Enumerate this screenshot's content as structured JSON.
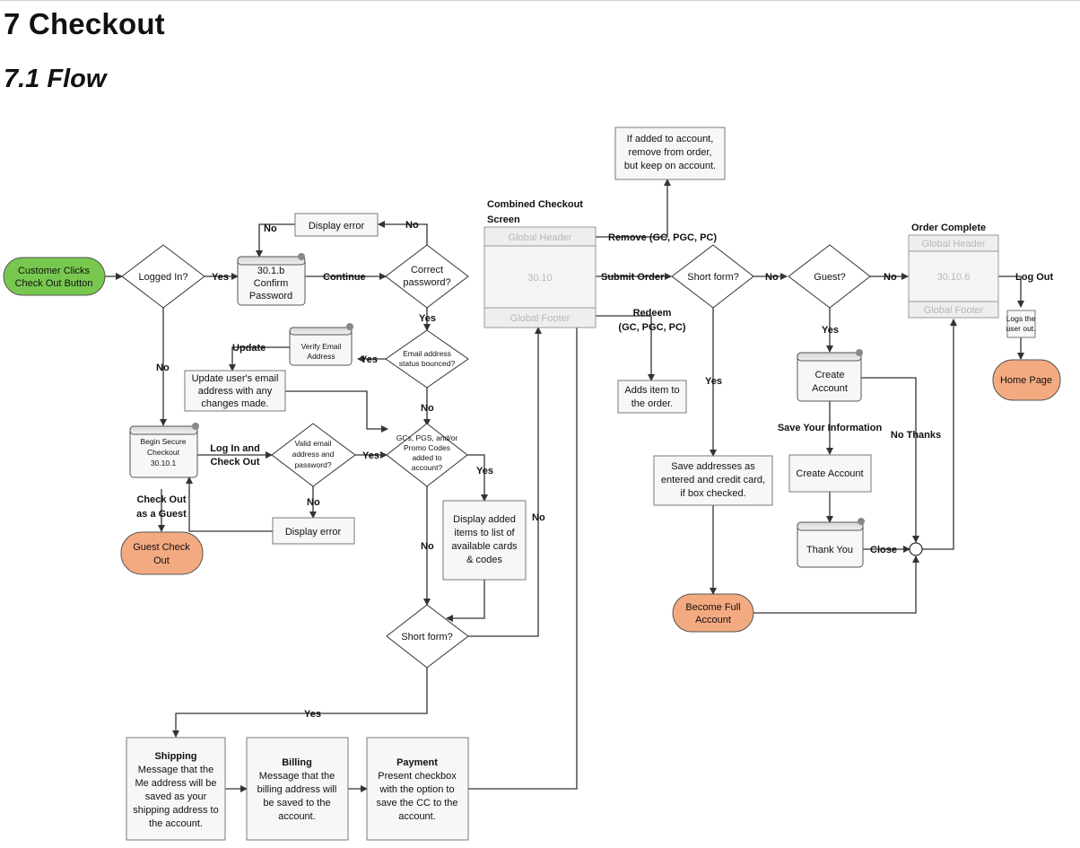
{
  "heading": {
    "section": "7   Checkout",
    "subsection": "7.1  Flow"
  },
  "nodes": {
    "customer_clicks": [
      "Customer Clicks",
      "Check Out Button"
    ],
    "logged_in": [
      "Logged In?"
    ],
    "confirm_password": [
      "30.1.b",
      "Confirm",
      "Password"
    ],
    "display_error_top": [
      "Display error"
    ],
    "correct_password": [
      "Correct",
      "password?"
    ],
    "email_bounced": [
      "Email address",
      "status bounced?"
    ],
    "verify_email": [
      "Verify Email",
      "Address"
    ],
    "update_email": [
      "Update user's email",
      "address with any",
      "changes made."
    ],
    "begin_secure": [
      "Begin Secure",
      "Checkout",
      "30.10.1"
    ],
    "valid_email": [
      "Valid email",
      "address and",
      "password?"
    ],
    "gc_codes": [
      "GCs, PGS, and/or",
      "Promo Codes",
      "added to",
      "account?"
    ],
    "display_error_bottom": [
      "Display error"
    ],
    "guest_checkout": [
      "Guest Check",
      "Out"
    ],
    "display_added": [
      "Display added",
      "items to list of",
      "available cards",
      "& codes"
    ],
    "short_form_left": [
      "Short form?"
    ],
    "combined_title": [
      "Combined Checkout",
      "Screen"
    ],
    "combined_header": "Global Header",
    "combined_id": "30.10",
    "combined_footer": "Global Footer",
    "remove_note": [
      "If added to account,",
      "remove from order,",
      "but keep on account."
    ],
    "adds_item": [
      "Adds item to",
      "the order."
    ],
    "short_form_mid": [
      "Short form?"
    ],
    "save_addresses": [
      "Save addresses as",
      "entered and credit card,",
      "if box checked."
    ],
    "become_full": [
      "Become Full",
      "Account"
    ],
    "guest_q": [
      "Guest?"
    ],
    "create_account_page": [
      "Create",
      "Account"
    ],
    "create_account_btn": [
      "Create Account"
    ],
    "thank_you": [
      "Thank You"
    ],
    "order_complete_title": [
      "Order Complete"
    ],
    "order_header": "Global Header",
    "order_id": "30.10.6",
    "order_footer": "Global Footer",
    "logs_out": [
      "Logs the",
      "user out."
    ],
    "home_page": [
      "Home Page"
    ],
    "shipping": {
      "title": "Shipping",
      "body": [
        "Message that the",
        "Me address will be",
        "saved as your",
        "shipping address to",
        "the account."
      ]
    },
    "billing": {
      "title": "Billing",
      "body": [
        "Message that the",
        "billing address will",
        "be saved to the",
        "account."
      ]
    },
    "payment": {
      "title": "Payment",
      "body": [
        "Present checkbox",
        "with the option to",
        "save the CC to the",
        "account."
      ]
    }
  },
  "edge_labels": {
    "yes_logged": "Yes",
    "no_logged": "No",
    "no_error": "No",
    "no_correct": "No",
    "continue": "Continue",
    "yes_correct": "Yes",
    "yes_bounced": "Yes",
    "update": "Update",
    "no_bounced": "No",
    "login_checkout": [
      "Log In and",
      "Check Out"
    ],
    "yes_valid": "Yes",
    "no_valid": "No",
    "checkout_guest": [
      "Check Out",
      "as a Guest"
    ],
    "yes_gc": "Yes",
    "no_gc": "No",
    "no_short_left": "No",
    "yes_short_left": "Yes",
    "remove": "Remove (GC, PGC, PC)",
    "submit_order": "Submit Order",
    "redeem": [
      "Redeem",
      "(GC, PGC, PC)"
    ],
    "no_short_mid": "No",
    "yes_short_mid": "Yes",
    "no_guest": "No",
    "yes_guest": "Yes",
    "save_info": "Save Your Information",
    "no_thanks": "No Thanks",
    "close": "Close",
    "log_out": "Log Out"
  },
  "colors": {
    "start_green": "#78c850",
    "terminal_orange": "#f4aa80",
    "box_fill": "#f7f7f7",
    "page_header": "#eeeeee"
  }
}
